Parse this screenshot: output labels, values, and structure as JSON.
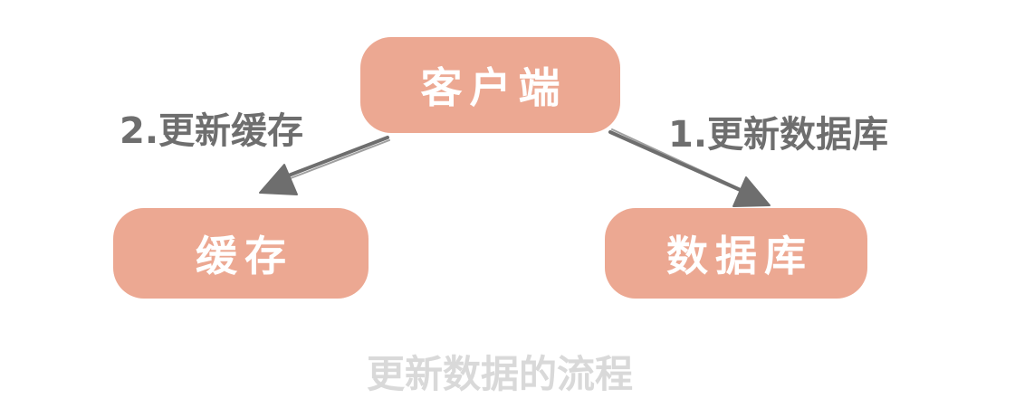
{
  "diagram": {
    "caption": "更新数据的流程",
    "nodes": [
      {
        "id": "client",
        "label": "客户端"
      },
      {
        "id": "cache",
        "label": "缓存"
      },
      {
        "id": "database",
        "label": "数据库"
      }
    ],
    "edges": [
      {
        "id": "update-database",
        "label": "1.更新数据库",
        "from": "client",
        "to": "database"
      },
      {
        "id": "update-cache",
        "label": "2.更新缓存",
        "from": "client",
        "to": "cache"
      }
    ],
    "colors": {
      "node_fill": "#ECA892",
      "node_text": "#FFFFFF",
      "arrow": "#6E6E6E",
      "edge_label": "#6E6E6E",
      "caption": "#D9D9D9",
      "background": "#FFFFFF"
    }
  }
}
